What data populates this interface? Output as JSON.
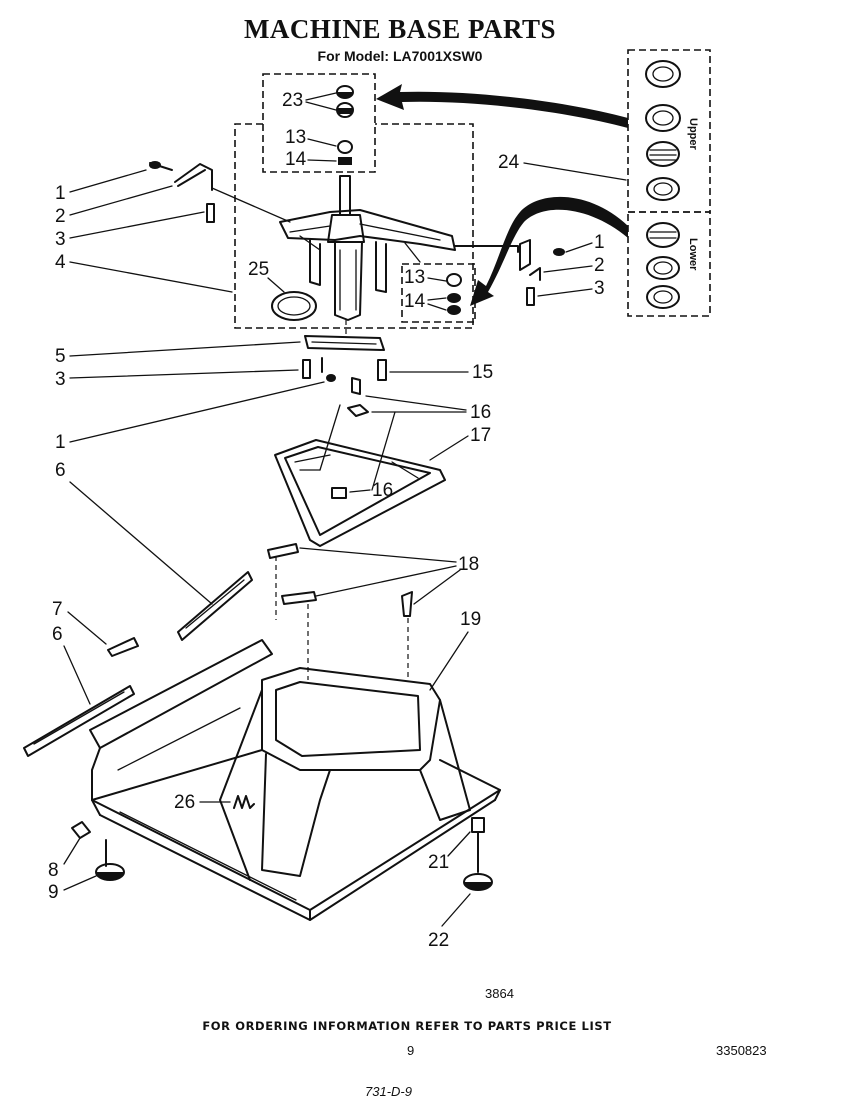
{
  "title": "MACHINE BASE PARTS",
  "model_line": "For Model: LA7001XSW0",
  "bearing_labels": {
    "upper": "Upper",
    "lower": "Lower"
  },
  "callouts": {
    "c1": "1",
    "c2": "2",
    "c3": "3",
    "c4": "4",
    "c5": "5",
    "c6": "6",
    "c7": "7",
    "c8": "8",
    "c9": "9",
    "c13": "13",
    "c14": "14",
    "c15": "15",
    "c16": "16",
    "c17": "17",
    "c18": "18",
    "c19": "19",
    "c21": "21",
    "c22": "22",
    "c23": "23",
    "c24": "24",
    "c25": "25",
    "c26": "26"
  },
  "diagram_number": "3864",
  "footer_note": "FOR ORDERING INFORMATION REFER TO PARTS PRICE LIST",
  "page_number": "9",
  "part_number": "3350823",
  "handwritten_code": "731-D-9"
}
